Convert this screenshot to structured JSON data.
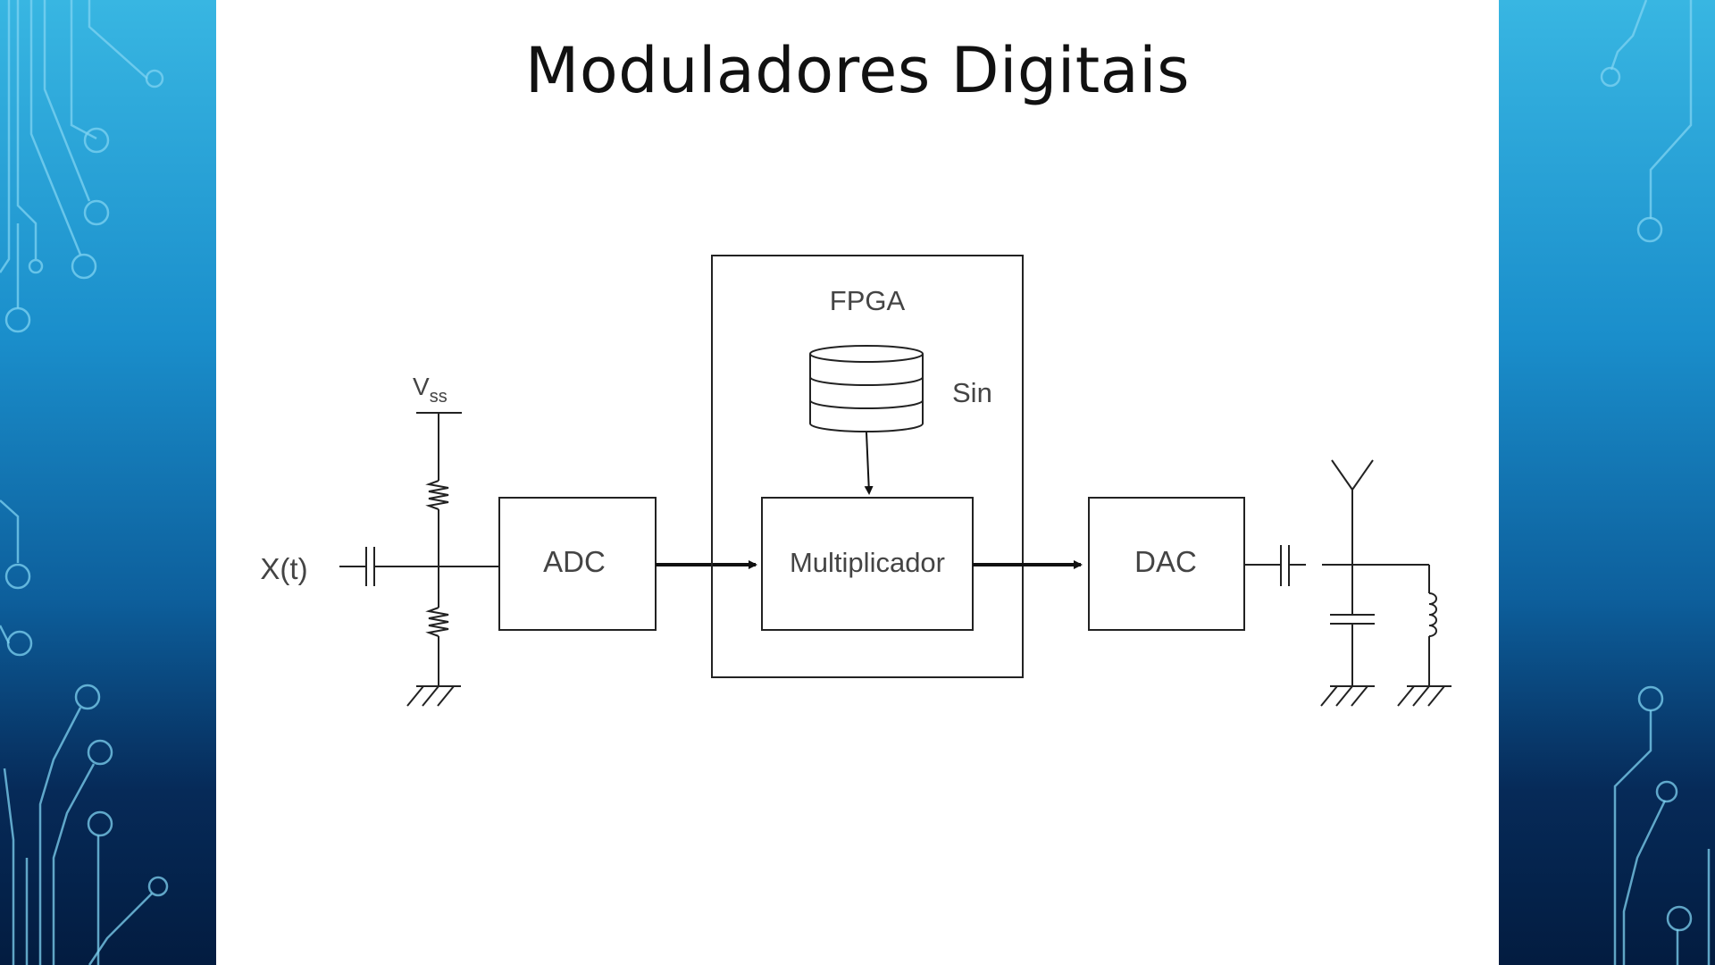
{
  "slide": {
    "title": "Moduladores Digitais"
  },
  "diagram": {
    "input_label": "X(t)",
    "supply_label": "V",
    "supply_subscript": "ss",
    "blocks": {
      "adc": "ADC",
      "fpga": "FPGA",
      "sin_table": "Sin",
      "multiplier": "Multiplicador",
      "dac": "DAC"
    }
  },
  "colors": {
    "panel_top": "#38b6e2",
    "panel_bottom": "#031c40",
    "trace": "#7fd3f2",
    "line": "#222222"
  }
}
